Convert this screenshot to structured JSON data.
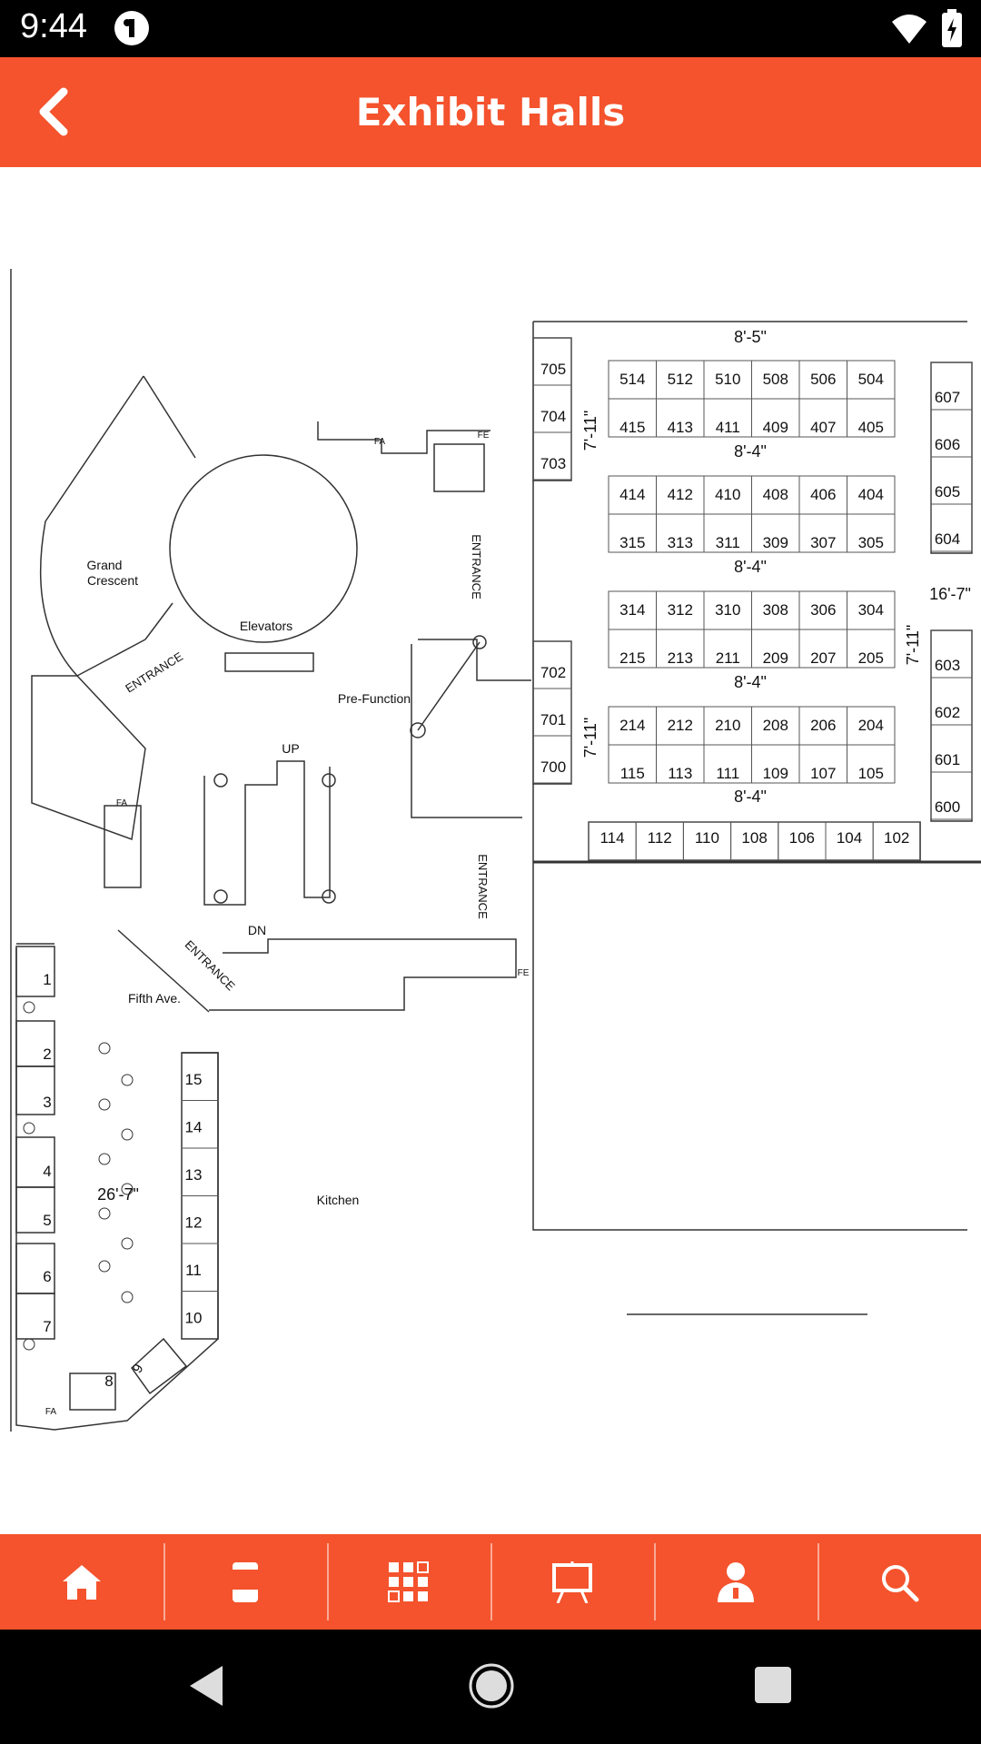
{
  "status": {
    "time": "9:44"
  },
  "header": {
    "title": "Exhibit Halls"
  },
  "map": {
    "labels": {
      "grand": "Grand",
      "crescent": "Crescent",
      "elevators": "Elevators",
      "prefunction": "Pre-Function",
      "up": "UP",
      "dn": "DN",
      "fifth": "Fifth Ave.",
      "kitchen": "Kitchen",
      "entrance": "ENTRANCE",
      "fa": "FA",
      "fe": "FE",
      "dim_85": "8'-5\"",
      "dim_84": "8'-4\"",
      "dim_711": "7'-11\"",
      "dim_167": "16'-7\"",
      "dim_267": "26'-7\""
    },
    "row_top_a": [
      "514",
      "512",
      "510",
      "508",
      "506",
      "504"
    ],
    "row_bot_a": [
      "415",
      "413",
      "411",
      "409",
      "407",
      "405"
    ],
    "row_top_b": [
      "414",
      "412",
      "410",
      "408",
      "406",
      "404"
    ],
    "row_bot_b": [
      "315",
      "313",
      "311",
      "309",
      "307",
      "305"
    ],
    "row_top_c": [
      "314",
      "312",
      "310",
      "308",
      "306",
      "304"
    ],
    "row_bot_c": [
      "215",
      "213",
      "211",
      "209",
      "207",
      "205"
    ],
    "row_top_d": [
      "214",
      "212",
      "210",
      "208",
      "206",
      "204"
    ],
    "row_bot_d": [
      "115",
      "113",
      "111",
      "109",
      "107",
      "105"
    ],
    "row_e": [
      "114",
      "112",
      "110",
      "108",
      "106",
      "104",
      "102"
    ],
    "col_700": [
      "705",
      "704",
      "703",
      "702",
      "701",
      "700"
    ],
    "col_600": [
      "607",
      "606",
      "605",
      "604",
      "603",
      "602",
      "601",
      "600"
    ],
    "left_booths": [
      "1",
      "2",
      "3",
      "4",
      "5",
      "6",
      "7",
      "8",
      "9"
    ],
    "mid_booths": [
      "15",
      "14",
      "13",
      "12",
      "11",
      "10"
    ]
  }
}
